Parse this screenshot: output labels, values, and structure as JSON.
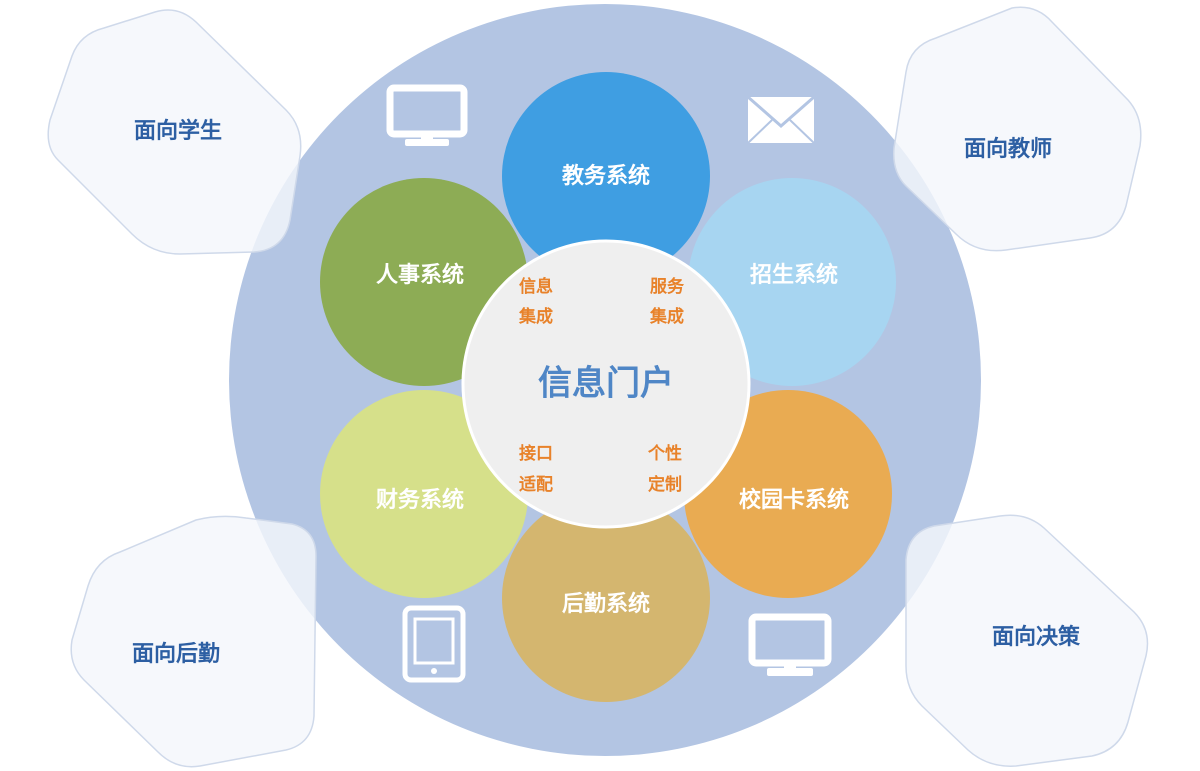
{
  "hub": {
    "title": "信息门户",
    "features": [
      {
        "line1": "信息",
        "line2": "集成"
      },
      {
        "line1": "服务",
        "line2": "集成"
      },
      {
        "line1": "接口",
        "line2": "适配"
      },
      {
        "line1": "个性",
        "line2": "定制"
      }
    ]
  },
  "systems": [
    {
      "label": "教务系统",
      "color": "#3f9ee2"
    },
    {
      "label": "招生系统",
      "color": "#a7d5f1"
    },
    {
      "label": "校园卡系统",
      "color": "#e9ab52"
    },
    {
      "label": "后勤系统",
      "color": "#d4b66f"
    },
    {
      "label": "财务系统",
      "color": "#d6e08a"
    },
    {
      "label": "人事系统",
      "color": "#8dac55"
    }
  ],
  "audiences": {
    "student": "面向学生",
    "teacher": "面向教师",
    "logistics": "面向后勤",
    "decision": "面向决策"
  },
  "icons": [
    "monitor-icon",
    "envelope-icon",
    "tablet-icon",
    "monitor-icon"
  ],
  "colors": {
    "outer_ring": "#b3c5e3",
    "hub_fill": "#efefef",
    "hub_title": "#4f86c6",
    "feature_text": "#e8822a",
    "audience_text": "#2d5fa3"
  }
}
